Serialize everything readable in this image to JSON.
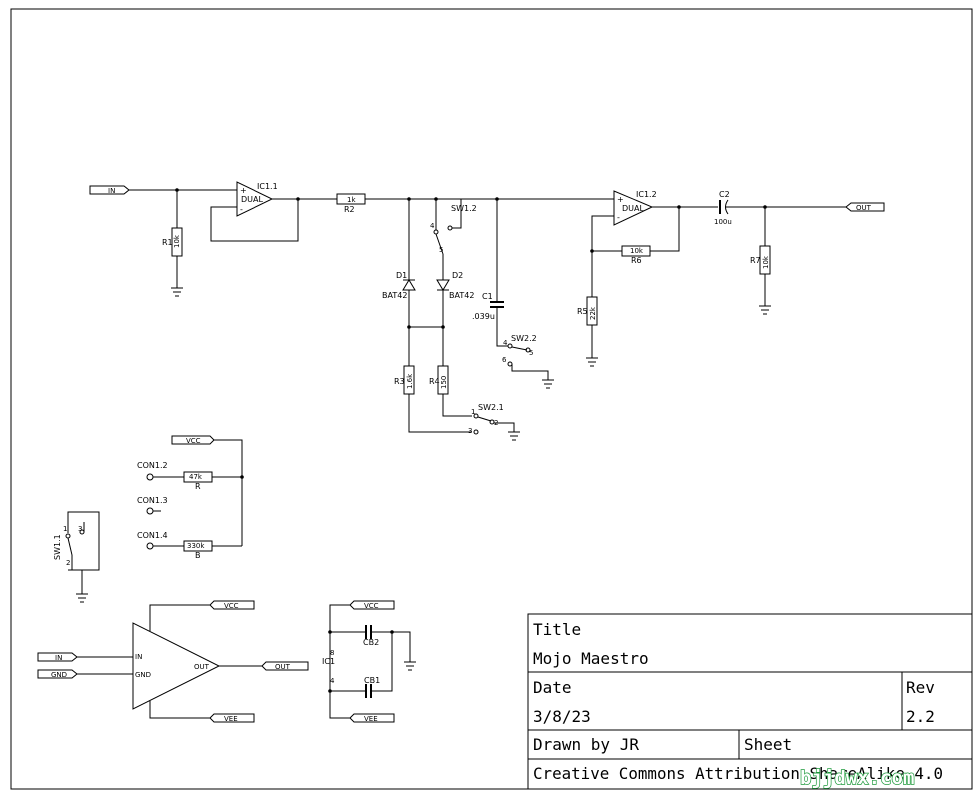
{
  "ports": {
    "in_main": "IN",
    "out_main": "OUT",
    "vcc_pot": "VCC",
    "vcc_opamp": "VCC",
    "vee_opamp": "VEE",
    "in_opamp": "IN",
    "gnd_opamp": "GND",
    "out_opamp": "OUT",
    "vcc_ps": "VCC",
    "vee_ps": "VEE"
  },
  "components": {
    "ic11": {
      "ref": "IC1.1",
      "value": "DUAL"
    },
    "ic12": {
      "ref": "IC1.2",
      "value": "DUAL"
    },
    "r1": {
      "ref": "R1",
      "value": "10k"
    },
    "r2": {
      "ref": "R2",
      "value": "1k"
    },
    "r3": {
      "ref": "R3",
      "value": "1.6k"
    },
    "r4": {
      "ref": "R4",
      "value": "150"
    },
    "r5": {
      "ref": "R5",
      "value": "22k"
    },
    "r6": {
      "ref": "R6",
      "value": "10k"
    },
    "r7": {
      "ref": "R7",
      "value": "10k"
    },
    "d1": {
      "ref": "D1",
      "value": "BAT42"
    },
    "d2": {
      "ref": "D2",
      "value": "BAT42"
    },
    "c1": {
      "ref": "C1",
      "value": ".039u"
    },
    "c2": {
      "ref": "C2",
      "value": "100u"
    },
    "sw12": {
      "ref": "SW1.2"
    },
    "sw22": {
      "ref": "SW2.2"
    },
    "sw21": {
      "ref": "SW2.1"
    },
    "sw11": {
      "ref": "SW1.1"
    },
    "con12": {
      "ref": "CON1.2"
    },
    "con13": {
      "ref": "CON1.3"
    },
    "con14": {
      "ref": "CON1.4"
    },
    "rpot_r": {
      "value": "47k",
      "label": "R"
    },
    "rpot_b": {
      "value": "330k",
      "label": "B"
    },
    "ic1": {
      "ref": "IC1"
    },
    "cb1": {
      "ref": "CB1"
    },
    "cb2": {
      "ref": "CB2"
    }
  },
  "pins": {
    "sw12_4": "4",
    "sw12_5": "5",
    "sw22_4": "4",
    "sw22_5": "5",
    "sw22_6": "6",
    "sw21_1": "1",
    "sw21_2": "2",
    "sw21_3": "3",
    "sw11_1": "1",
    "sw11_2": "2",
    "sw11_3": "3",
    "ic1_8": "8",
    "ic1_4": "4",
    "opamp_in": "IN",
    "opamp_gnd": "GND",
    "opamp_out": "OUT"
  },
  "title_block": {
    "title_label": "Title",
    "title_value": "Mojo Maestro",
    "date_label": "Date",
    "date_value": "3/8/23",
    "rev_label": "Rev",
    "rev_value": "2.2",
    "drawn_by": "Drawn by JR",
    "sheet_label": "Sheet",
    "license": "Creative Commons Attribution-ShareAlike 4.0"
  },
  "watermark": "bjjdwx.com"
}
